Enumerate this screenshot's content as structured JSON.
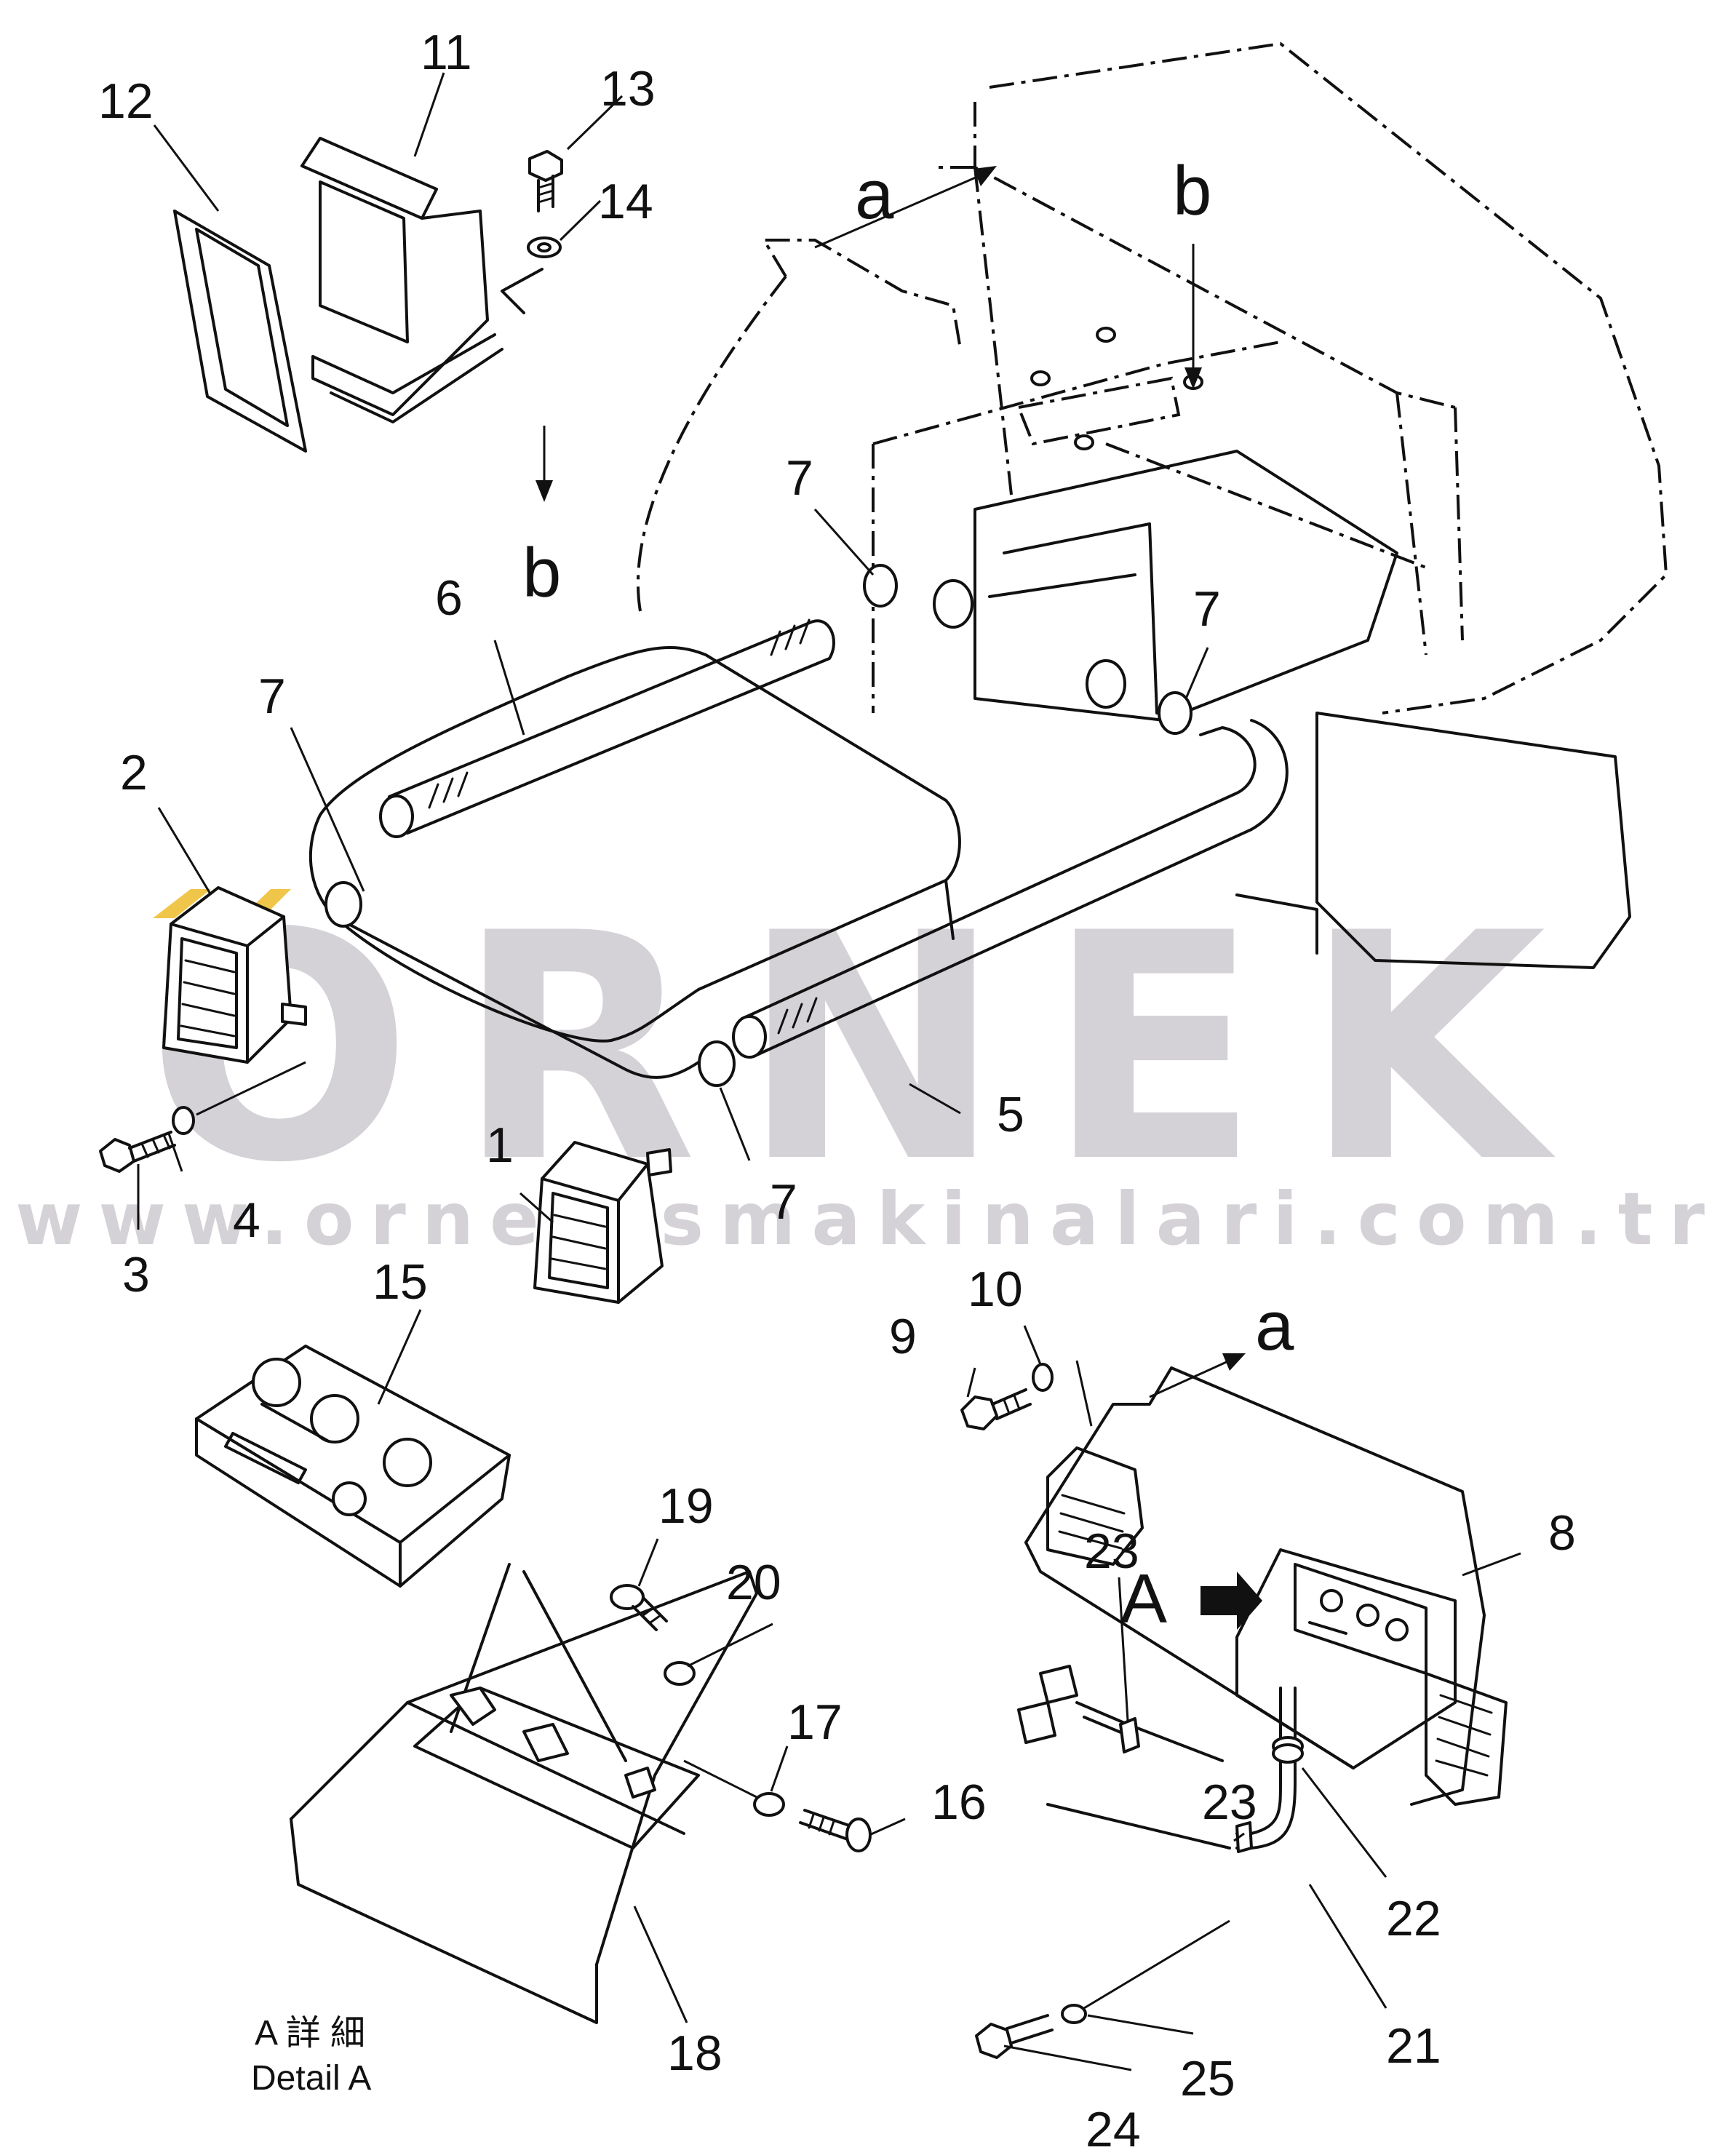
{
  "watermark": {
    "brand": "ORNEK",
    "url": "www.ornekismakinalari.com.tr",
    "accent_color": "#f0c64a",
    "text_color": "#d4d2d6"
  },
  "detail_caption": {
    "japanese": "A 詳 細",
    "english": "Detail A"
  },
  "view_labels": [
    "a",
    "b",
    "b",
    "a",
    "A"
  ],
  "part_labels": [
    "1",
    "2",
    "3",
    "4",
    "5",
    "6",
    "7",
    "7",
    "7",
    "7",
    "8",
    "9",
    "10",
    "11",
    "12",
    "13",
    "14",
    "15",
    "16",
    "17",
    "18",
    "19",
    "20",
    "21",
    "22",
    "23",
    "23",
    "24",
    "25"
  ]
}
